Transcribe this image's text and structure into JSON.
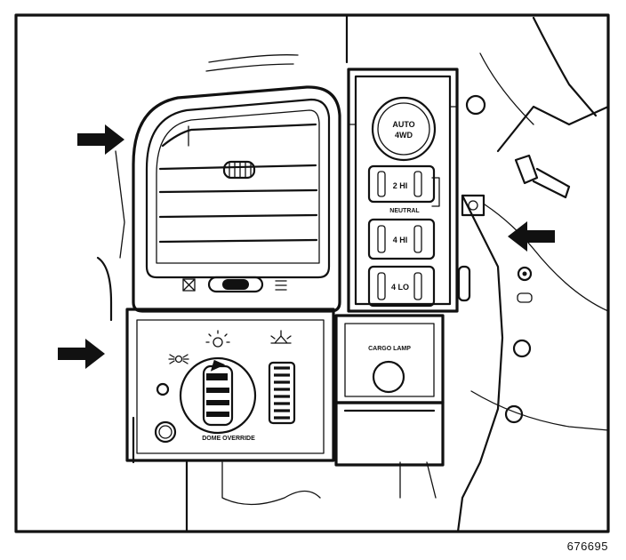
{
  "labels": {
    "auto_4wd_line1": "AUTO",
    "auto_4wd_line2": "4WD",
    "two_hi": "2 HI",
    "neutral": "NEUTRAL",
    "four_hi": "4 HI",
    "four_lo": "4 LO",
    "cargo_lamp": "CARGO LAMP",
    "dome_override": "DOME OVERRIDE"
  },
  "figure_number": "676695",
  "colors": {
    "ink": "#111111",
    "paper": "#ffffff"
  },
  "icons": [
    "arrow-right-icon",
    "arrow-left-icon",
    "parking-lamp-icon",
    "headlamp-icon",
    "dome-lamp-icon",
    "vent-closed-icon",
    "vent-open-icon"
  ]
}
